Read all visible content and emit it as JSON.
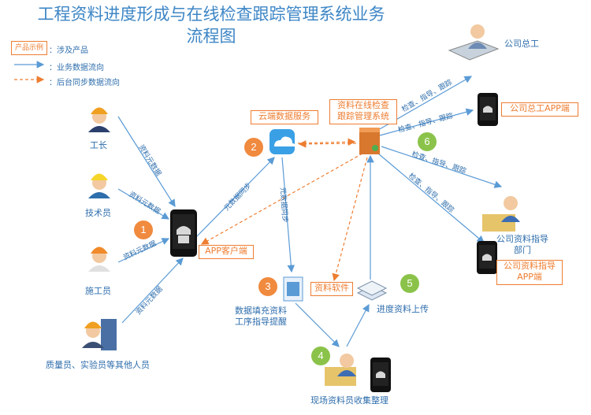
{
  "title_line1": "工程资料进度形成与在线检查跟踪管理系统业务",
  "title_line2": "流程图",
  "legend": {
    "product_example": "产品示例",
    "product_text": "：涉及产品",
    "flow_text": "：业务数据流向",
    "sync_text": "：后台同步数据流向"
  },
  "actors": {
    "foreman": "工长",
    "technician": "技术员",
    "constructor": "施工员",
    "inspectors": "质量员、实验员等其他人员",
    "chief": "公司总工",
    "guidance_dept": "公司资料指导\n部门",
    "site_collector": "现场资料员收集整理"
  },
  "products": {
    "cloud": "云端数据服务",
    "system_line1": "资料在线检查",
    "system_line2": "跟踪管理系统",
    "app_client": "APP客户端",
    "software": "资料软件",
    "chief_app": "公司总工APP端",
    "guidance_app_line1": "公司资料指导",
    "guidance_app_line2": "APP端"
  },
  "nodes": {
    "fill_line1": "数据填充资料",
    "fill_line2": "工序指导提醒",
    "upload": "进度资料上传"
  },
  "steps": [
    "1",
    "2",
    "3",
    "4",
    "5",
    "6"
  ],
  "edges": {
    "meta": "资料元数据",
    "meta_sync": "元数据同步",
    "check_track": "检查、指导、跟踪"
  },
  "colors": {
    "blue": "#5b9bd5",
    "orange": "#ee7d31",
    "green": "#8bc34a"
  }
}
